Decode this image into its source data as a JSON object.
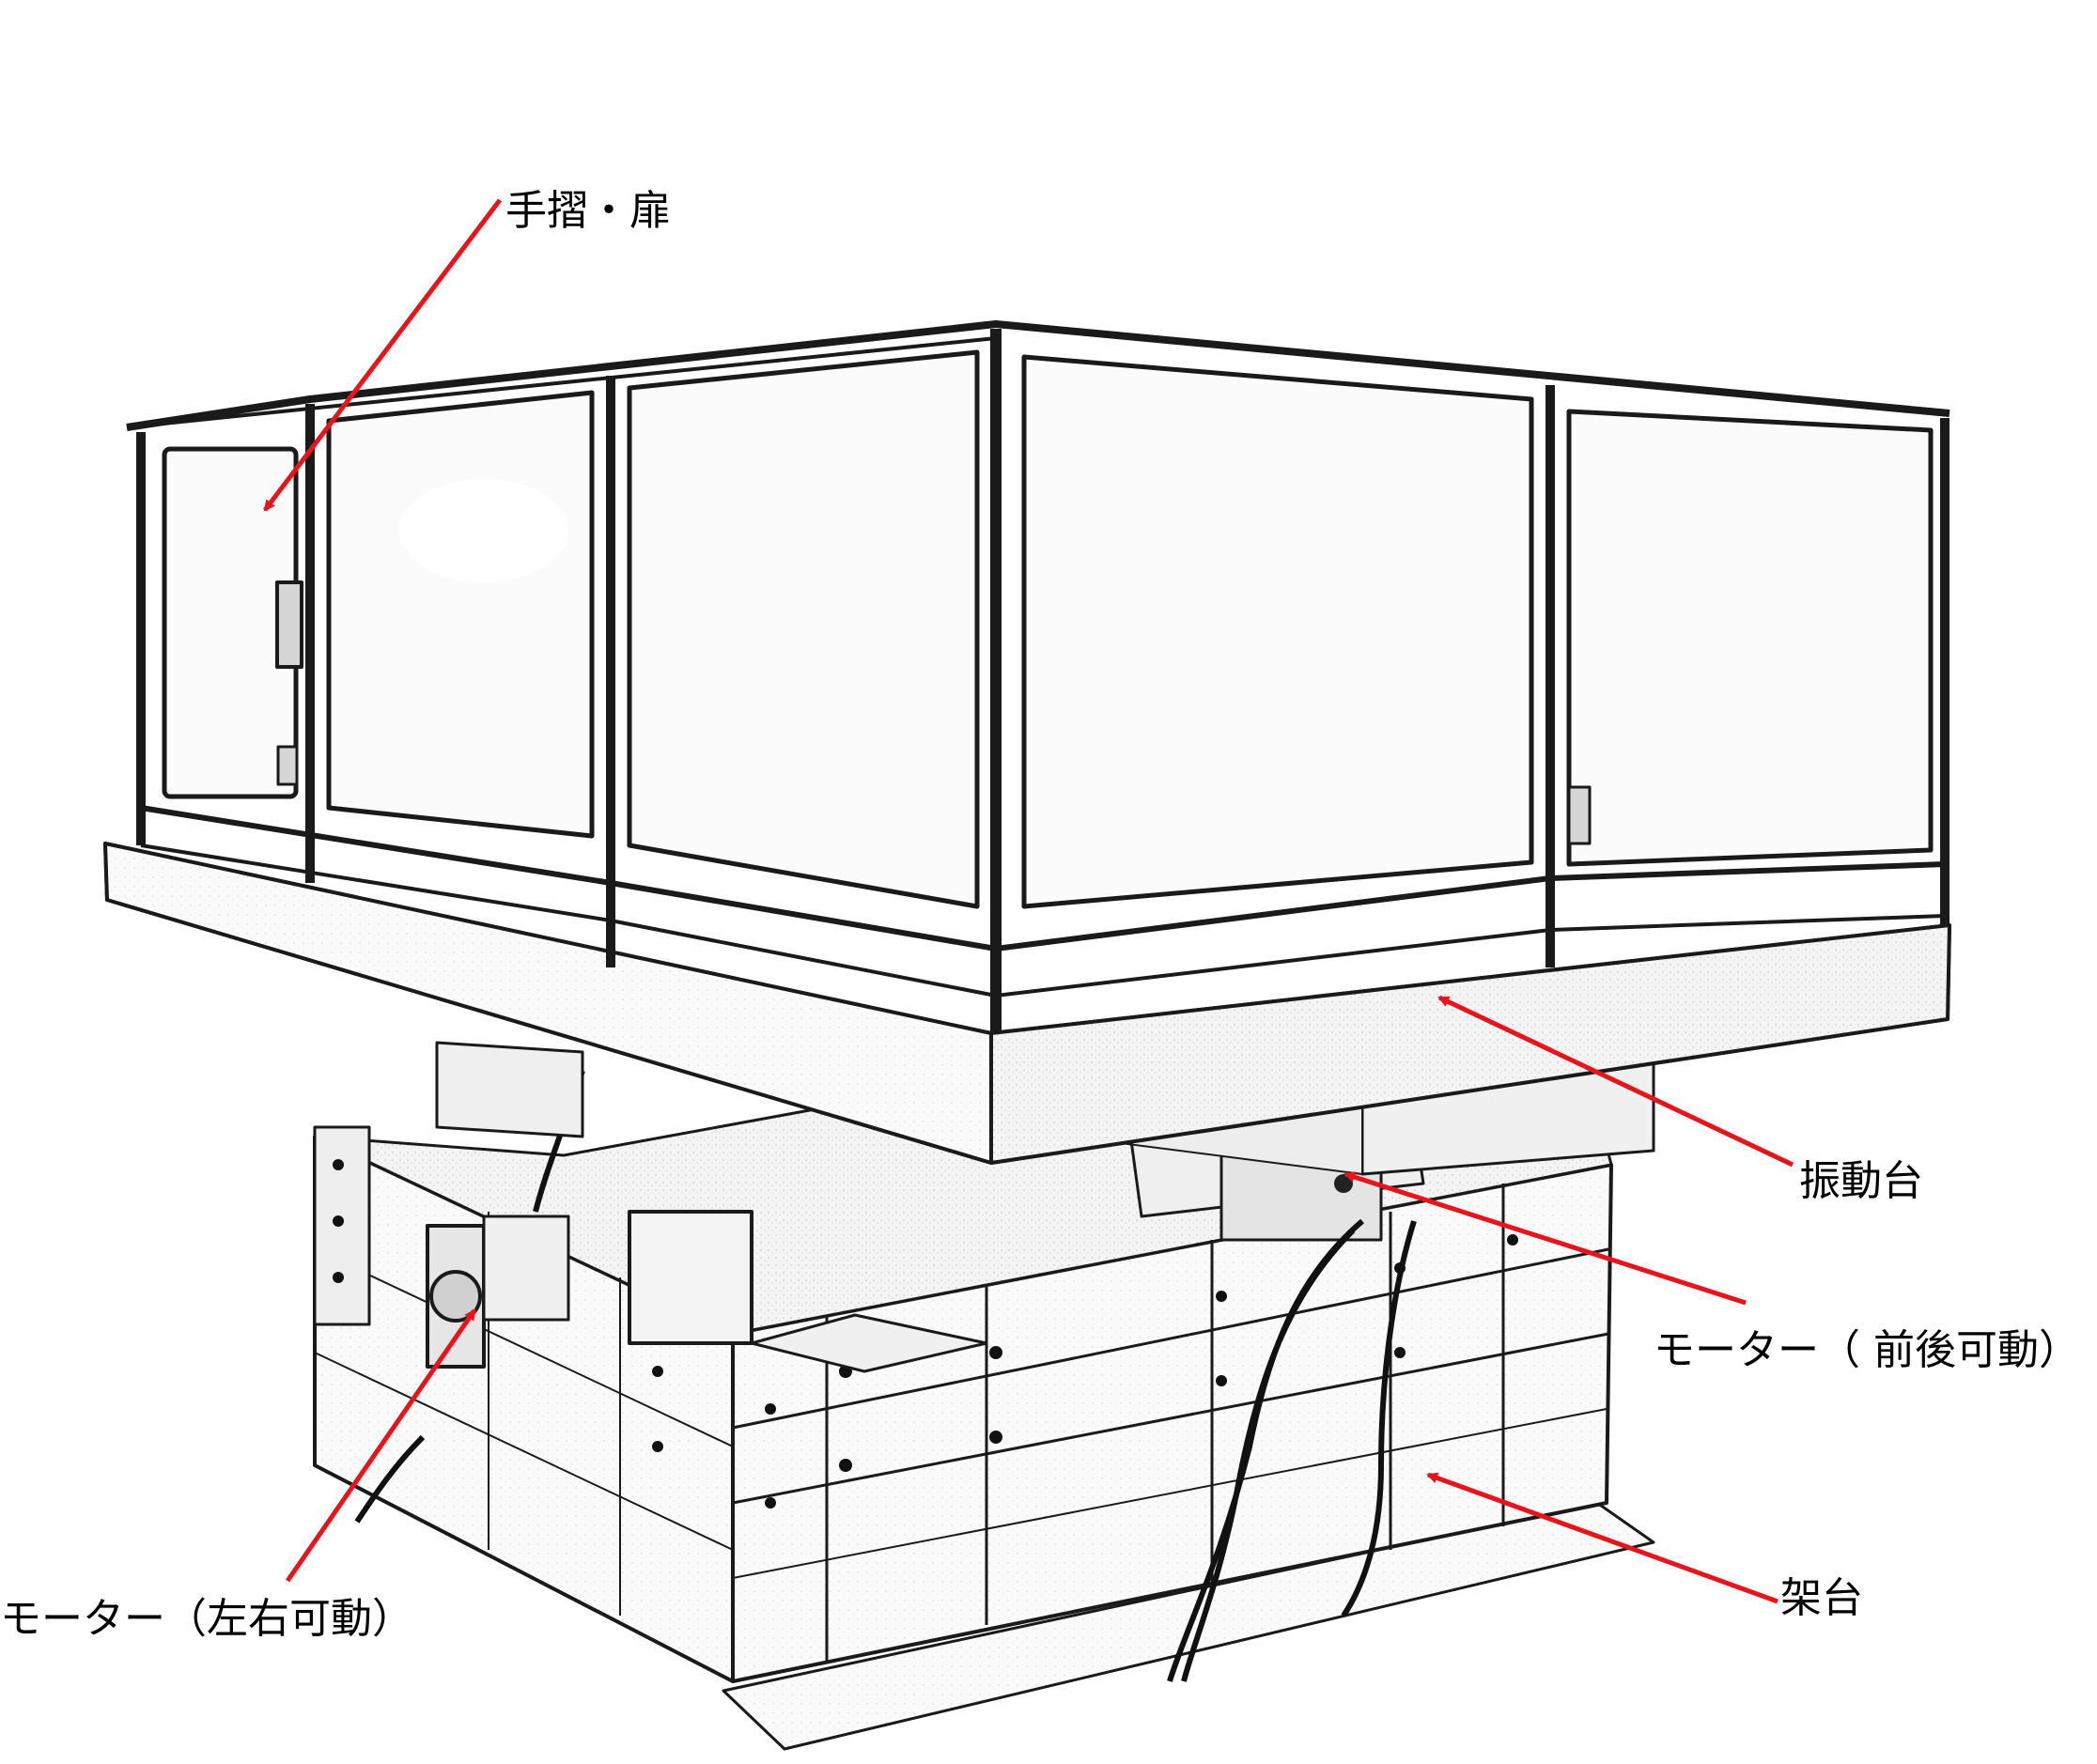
{
  "labels": {
    "handrail_door": "手摺・扉",
    "vibration_table": "振動台",
    "motor_front_back": "モーター（ 前後可動）",
    "frame_base": "架台",
    "motor_left_right": "モーター（左右可動）"
  },
  "colors": {
    "arrow": "#e8141b",
    "line": "#1a1a1a",
    "background": "#ffffff"
  }
}
